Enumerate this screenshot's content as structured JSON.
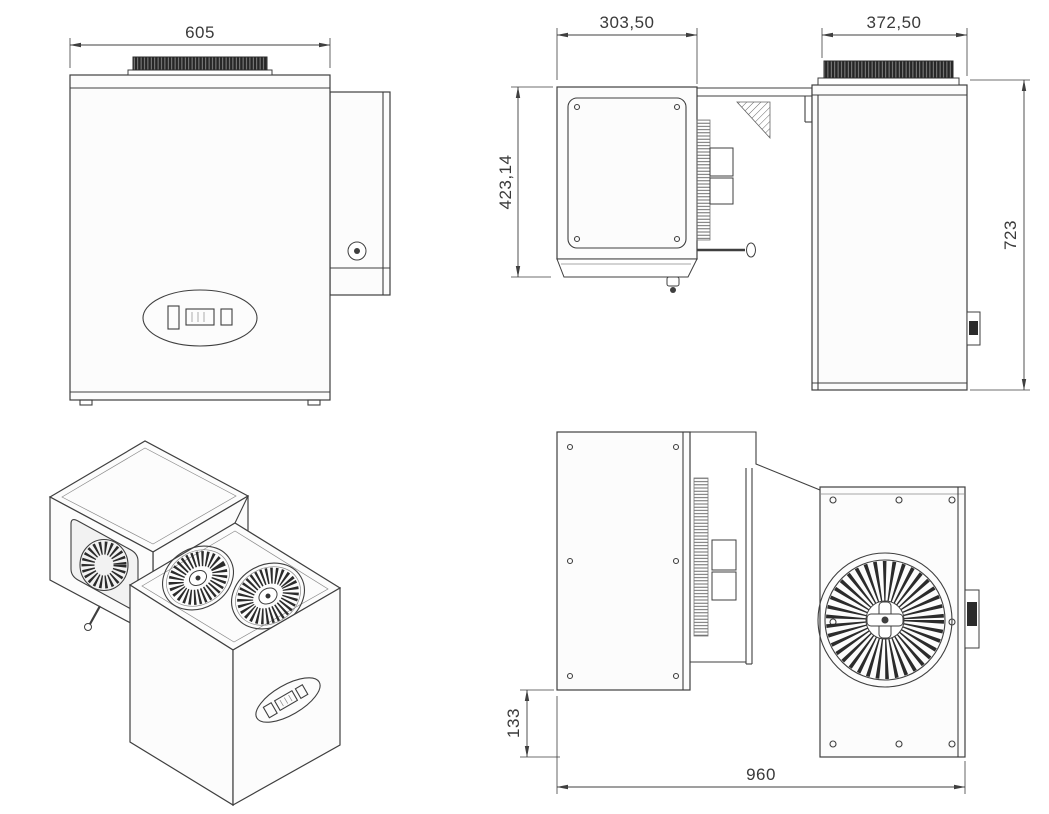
{
  "drawing": {
    "dimensions": {
      "front_width": "605",
      "evaporator_depth": "303,50",
      "condenser_depth": "372,50",
      "evaporator_height": "423,14",
      "unit_height": "723",
      "bottom_offset": "133",
      "overall_depth": "960"
    },
    "colors": {
      "line": "#3f3f3f",
      "dark_fill": "#2b2b2b",
      "face_fill": "#fcfcfc",
      "background": "#ffffff"
    }
  }
}
